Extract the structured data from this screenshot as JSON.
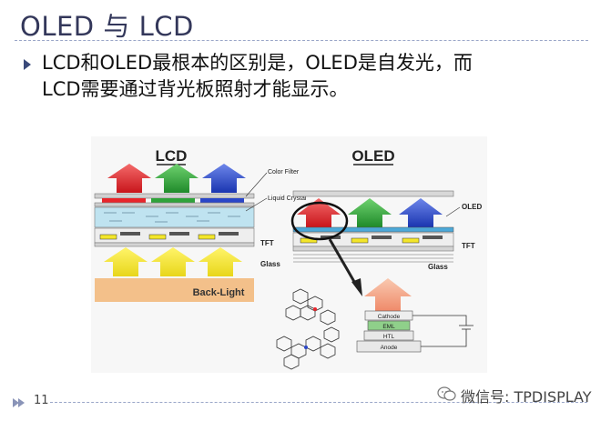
{
  "title": "OLED 与 LCD",
  "bullet": {
    "line1": "LCD和OLED最根本的区别是，OLED是自发光，而",
    "line2": "LCD需要通过背光板照射才能显示。"
  },
  "diagram": {
    "lcd_heading": "LCD",
    "oled_heading": "OLED",
    "lcd_labels": {
      "color_filter": "Color Filter",
      "liquid_crystal": "Liquid Crystal",
      "tft": "TFT",
      "glass": "Glass",
      "backlight": "Back-Light"
    },
    "oled_labels": {
      "oled": "OLED",
      "tft": "TFT",
      "glass": "Glass",
      "cathode": "Cathode",
      "eml": "EML",
      "htl": "HTL",
      "anode": "Anode"
    },
    "colors": {
      "red": "#e8252b",
      "green": "#2fa33a",
      "blue": "#2a46c8",
      "yellow": "#f3e62a",
      "backlight": "#f3c08a",
      "liquid": "#bfe3f0",
      "eml": "#8fd08a"
    }
  },
  "footer": {
    "page_number": "11",
    "watermark": "微信号: TPDISPLAY"
  }
}
